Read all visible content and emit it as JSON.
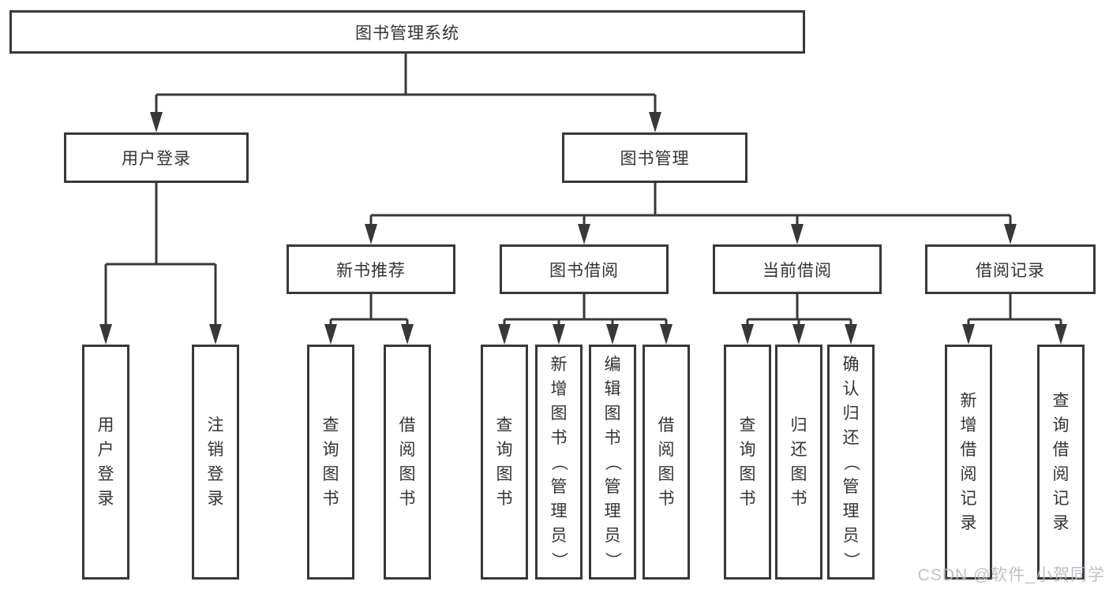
{
  "colors": {
    "line": "#383838",
    "box_border": "#383838",
    "text": "#333333",
    "background": "#ffffff",
    "watermark": "#b8bcc4"
  },
  "watermark": {
    "text": "CSDN @软件_小贺同学"
  },
  "nodes": {
    "root": {
      "label": "图书管理系统"
    },
    "user_login": {
      "label": "用户登录"
    },
    "book_mgmt": {
      "label": "图书管理"
    },
    "user_login_action": {
      "label": "用户登录"
    },
    "logout_action": {
      "label": "注销登录"
    },
    "new_book_rec": {
      "label": "新书推荐"
    },
    "book_borrow": {
      "label": "图书借阅"
    },
    "current_borrow": {
      "label": "当前借阅"
    },
    "borrow_record": {
      "label": "借阅记录"
    },
    "nbr_query_book": {
      "label": "查询图书"
    },
    "nbr_borrow_book": {
      "label": "借阅图书"
    },
    "bb_query_book": {
      "label": "查询图书"
    },
    "bb_add_book": {
      "label": "新增图书（管理员）"
    },
    "bb_edit_book": {
      "label": "编辑图书（管理员）"
    },
    "bb_borrow_book": {
      "label": "借阅图书"
    },
    "cb_query_book": {
      "label": "查询图书"
    },
    "cb_return_book": {
      "label": "归还图书"
    },
    "cb_confirm_return": {
      "label": "确认归还（管理员）"
    },
    "br_add_record": {
      "label": "新增借阅记录"
    },
    "br_query_record": {
      "label": "查询借阅记录"
    }
  }
}
